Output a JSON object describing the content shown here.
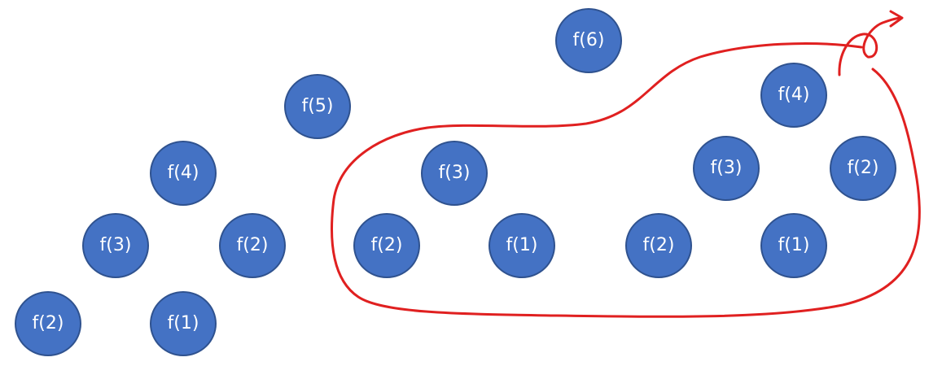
{
  "colors": {
    "node_fill": "#4472c4",
    "node_border": "#2f528f",
    "node_text": "#ffffff",
    "annotation": "#e02020"
  },
  "nodes": [
    {
      "label": "f(6)"
    },
    {
      "label": "f(5)"
    },
    {
      "label": "f(4)"
    },
    {
      "label": "f(3)"
    },
    {
      "label": "f(2)"
    },
    {
      "label": "f(2)"
    },
    {
      "label": "f(1)"
    },
    {
      "label": "f(3)"
    },
    {
      "label": "f(2)"
    },
    {
      "label": "f(1)"
    },
    {
      "label": "f(4)"
    },
    {
      "label": "f(3)"
    },
    {
      "label": "f(2)"
    },
    {
      "label": "f(2)"
    },
    {
      "label": "f(1)"
    }
  ]
}
